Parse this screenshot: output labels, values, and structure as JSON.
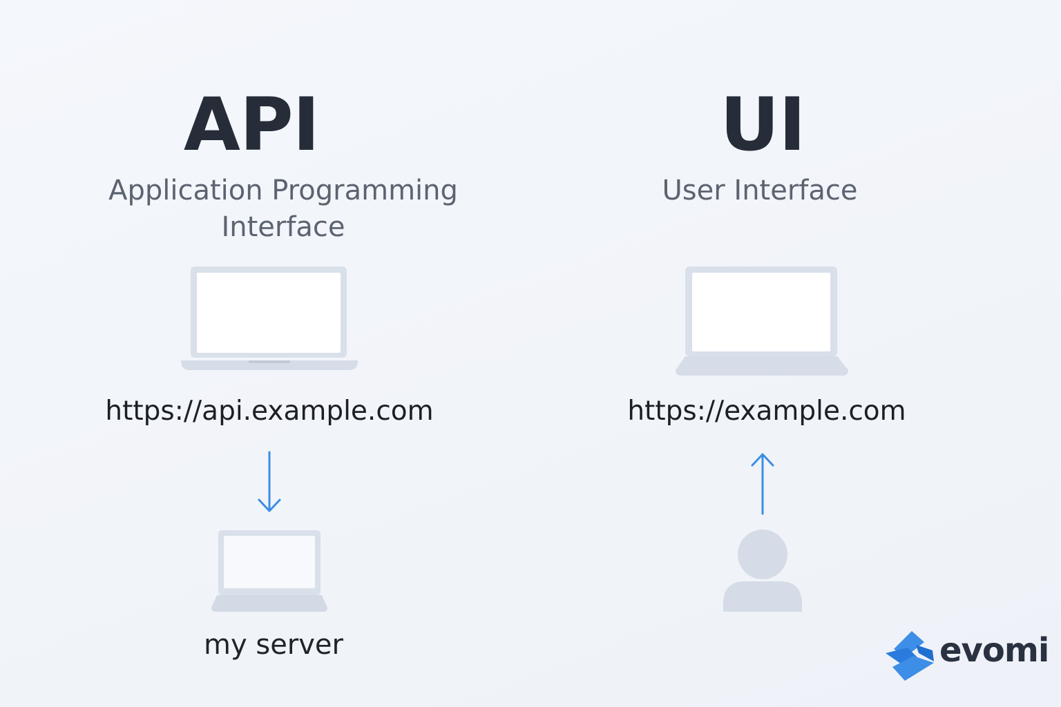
{
  "api": {
    "title": "API",
    "subtitle": "Application Programming Interface",
    "url": "https://api.example.com",
    "server_label": "my server"
  },
  "ui": {
    "title": "UI",
    "subtitle": "User Interface",
    "url": "https://example.com"
  },
  "logo": {
    "text": "evomi",
    "brand_color": "#3d8ee6",
    "brand_dark": "#1f6fd0"
  },
  "colors": {
    "background": "#f2f5fa",
    "device": "#d9e0ea",
    "screen": "#ffffff",
    "arrow": "#3b8de4",
    "title": "#262c38",
    "subtitle": "#5c6370"
  },
  "icons": {
    "api_device": "laptop-icon",
    "server_device": "laptop-icon",
    "ui_device": "laptop-icon",
    "user": "user-icon",
    "arrow_down": "arrow-down-icon",
    "arrow_up": "arrow-up-icon"
  }
}
